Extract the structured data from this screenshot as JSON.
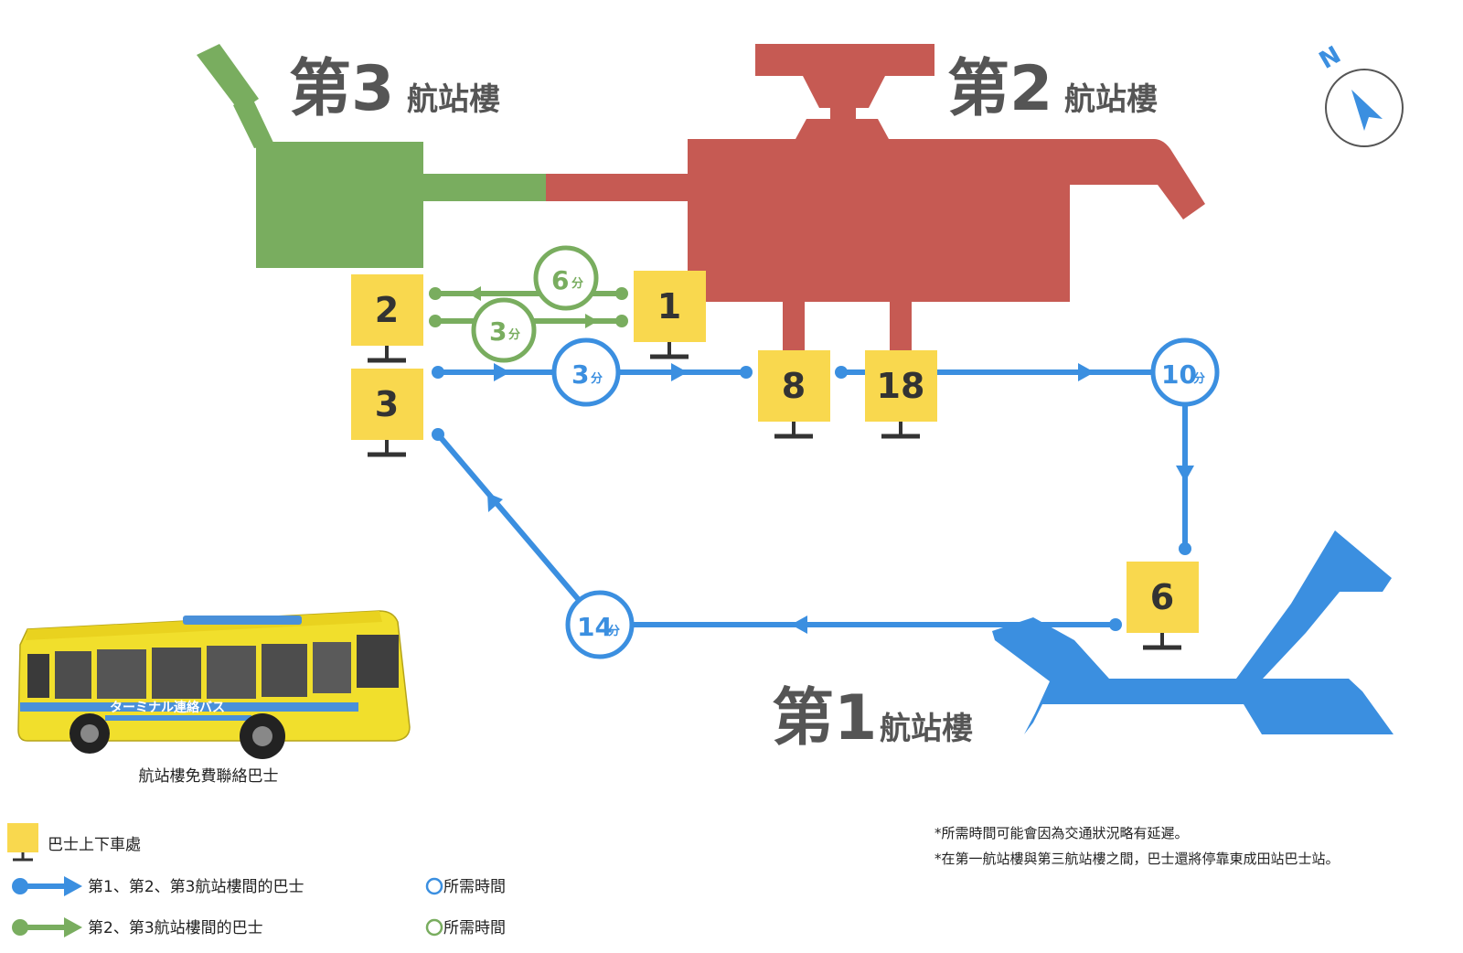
{
  "colors": {
    "terminal1": "#3b8fe0",
    "terminal2": "#c65a53",
    "terminal3": "#79ad5f",
    "stop": "#f9d84e",
    "text_dark": "#555555"
  },
  "terminals": {
    "t3": {
      "big": "第3",
      "small": "航站樓"
    },
    "t2": {
      "big": "第2",
      "small": "航站樓"
    },
    "t1": {
      "big": "第1",
      "small": "航站樓"
    }
  },
  "stops": [
    "2",
    "3",
    "1",
    "8",
    "18",
    "6"
  ],
  "times": {
    "green_t2_to_t3": "6",
    "green_t3_to_t2": "3",
    "blue_t3_to_t2": "3",
    "blue_t2_to_t1": "10",
    "blue_t1_to_t3": "14",
    "unit": "分"
  },
  "compass": {
    "label": "N",
    "icon": "compass-icon"
  },
  "bus_photo": {
    "caption": "航站樓免費聯絡巴士",
    "side_text": "ターミナル連絡バス",
    "icon": "shuttle-bus-icon"
  },
  "legend": {
    "stop": "巴士上下車處",
    "blue_bus": "第1、第2、第3航站樓間的巴士",
    "green_bus": "第2、第3航站樓間的巴士",
    "blue_time": "所需時間",
    "green_time": "所需時間"
  },
  "notes": [
    "*所需時間可能會因為交通狀況略有延遲。",
    "*在第一航站樓與第三航站樓之間，巴士還將停靠東成田站巴士站。"
  ]
}
